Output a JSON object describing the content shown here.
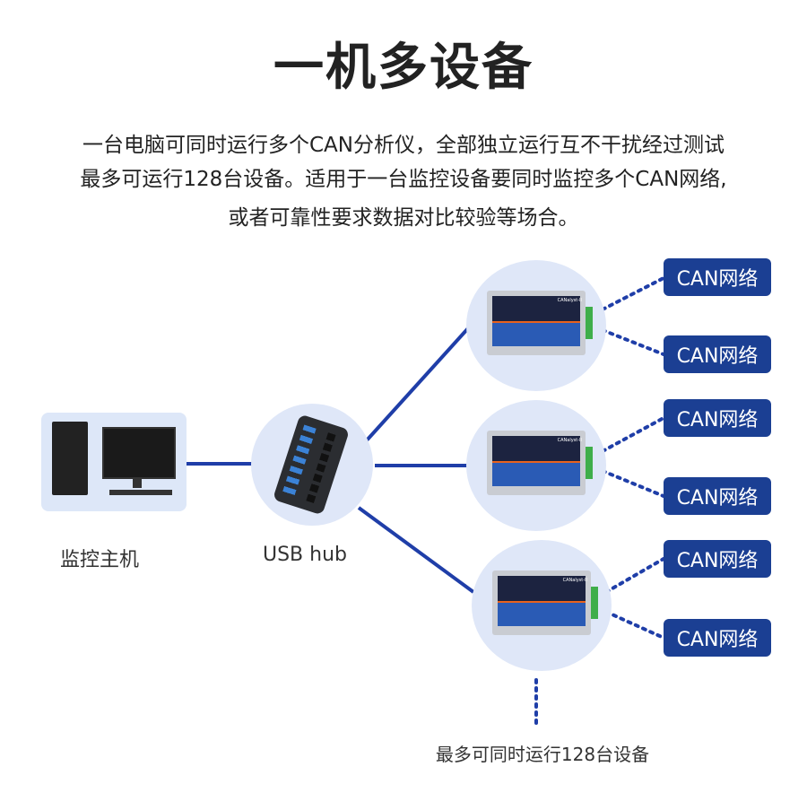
{
  "title": "一机多设备",
  "description": [
    "一台电脑可同时运行多个CAN分析仪，全部独立运行互不干扰经过测试",
    "最多可运行128台设备。适用于一台监控设备要同时监控多个CAN网络,",
    "或者可靠性要求数据对比较验等场合。"
  ],
  "host_label": "监控主机",
  "hub_label": "USB hub",
  "device_label": "CANalyst-II",
  "can_labels": [
    "CAN网络",
    "CAN网络",
    "CAN网络",
    "CAN网络",
    "CAN网络",
    "CAN网络"
  ],
  "footer": "最多可同时运行128台设备",
  "colors": {
    "line": "#1f3ea8",
    "can_box": "#1b3f93",
    "circle": "#dfe7f8"
  }
}
